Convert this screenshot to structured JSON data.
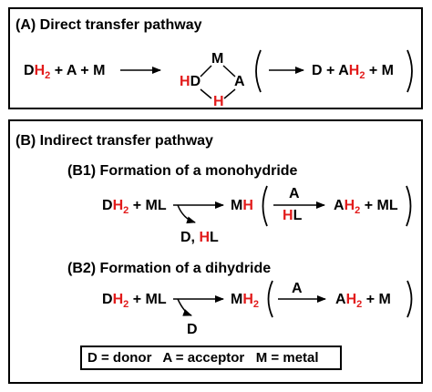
{
  "panel_a": {
    "title": "(A) Direct transfer pathway",
    "lhs": {
      "D": "D",
      "H": "H",
      "two": "2",
      "rest": " + A + M"
    },
    "cycle": {
      "M": "M",
      "H": "H",
      "D": "D",
      "A": "A",
      "H_bottom": "H"
    },
    "rhs": {
      "D_plus_A": "D + A",
      "H": "H",
      "two": "2",
      "rest": " + M"
    }
  },
  "panel_b": {
    "title": "(B) Indirect transfer pathway",
    "b1": {
      "title": "(B1) Formation of a monohydride",
      "lhs": {
        "D": "D",
        "H": "H",
        "two": "2",
        "rest": " + ML"
      },
      "byproduct": {
        "prefix": "D, ",
        "H": "H",
        "L": "L"
      },
      "intermediate": {
        "M": "M",
        "H": "H"
      },
      "arrow_top": "A",
      "arrow_bottom": {
        "H": "H",
        "L": "L"
      },
      "product": {
        "A": "A",
        "H": "H",
        "two": "2",
        "rest": " + ML"
      }
    },
    "b2": {
      "title": "(B2) Formation of a dihydride",
      "lhs": {
        "D": "D",
        "H": "H",
        "two": "2",
        "rest": " + ML"
      },
      "byproduct": "D",
      "intermediate": {
        "M": "M",
        "H": "H",
        "two": "2"
      },
      "arrow_top": "A",
      "product": {
        "A": "A",
        "H": "H",
        "two": "2",
        "rest": " + M"
      }
    },
    "legend": "D = donor   A = acceptor   M = metal"
  },
  "colors": {
    "highlight": "#e21b1b",
    "text": "#000000"
  }
}
